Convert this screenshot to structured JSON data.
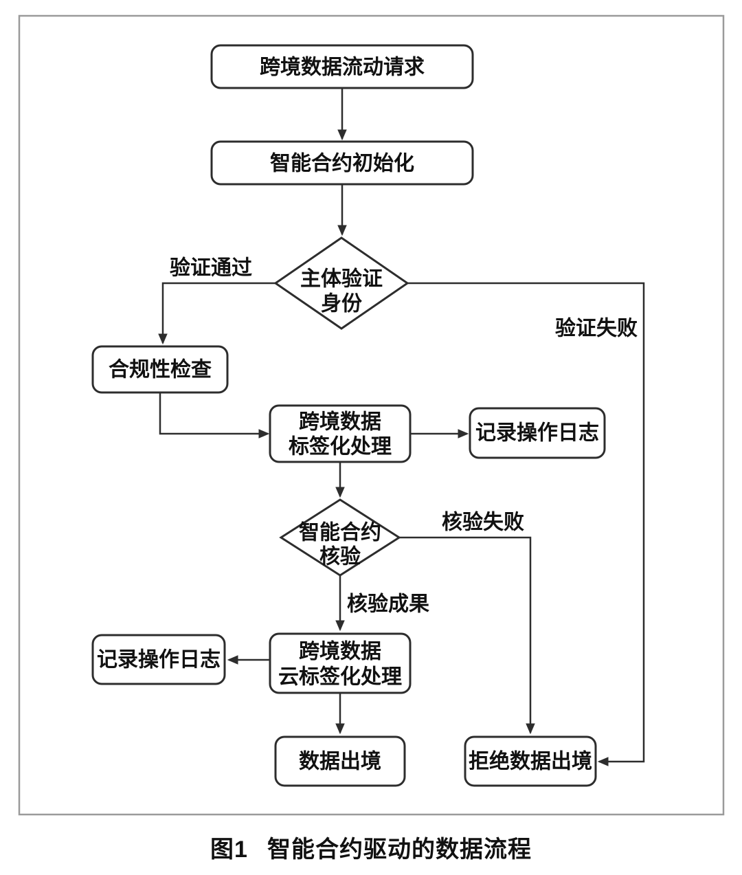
{
  "caption": {
    "prefix": "图1",
    "title": "智能合约驱动的数据流程"
  },
  "nodes": {
    "request": {
      "label": "跨境数据流动请求"
    },
    "init": {
      "label": "智能合约初始化"
    },
    "identity_check": {
      "line1": "主体验证",
      "line2": "身份"
    },
    "compliance": {
      "label": "合规性检查"
    },
    "labeling": {
      "line1": "跨境数据",
      "line2": "标签化处理"
    },
    "log_right": {
      "label": "记录操作日志"
    },
    "contract_check": {
      "line1": "智能合约",
      "line2": "核验"
    },
    "cloud_labeling": {
      "line1": "跨境数据",
      "line2": "云标签化处理"
    },
    "log_left": {
      "label": "记录操作日志"
    },
    "data_exit": {
      "label": "数据出境"
    },
    "reject_exit": {
      "label": "拒绝数据出境"
    }
  },
  "edge_labels": {
    "verify_pass": "验证通过",
    "verify_fail": "验证失败",
    "check_fail": "核验失败",
    "check_result": "核验成果"
  },
  "colors": {
    "line": "#2d2d2d",
    "frame": "#9a9a9a",
    "text": "#111111",
    "node_fill": "#ffffff",
    "background": "#ffffff"
  }
}
